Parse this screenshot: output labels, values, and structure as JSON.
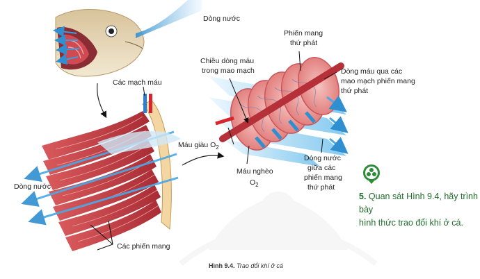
{
  "labels": {
    "water_flow_top": "Dòng nước",
    "blood_vessels": "Các mạch máu",
    "secondary_lamellae_line1": "Phiến mang",
    "secondary_lamellae_line2": "thứ phát",
    "blood_direction_line1": "Chiều dòng máu",
    "blood_direction_line2": "trong mao mạch",
    "capillary_flow_line1": "Dòng máu qua các",
    "capillary_flow_line2": "mao mạch phiến mang",
    "capillary_flow_line3": "thứ phát",
    "oxygen_rich": "Máu giàu O",
    "oxygen_rich_sub": "2",
    "oxygen_poor_line1": "Máu nghèo",
    "oxygen_poor_line2": "O",
    "oxygen_poor_sub": "2",
    "water_between_line1": "Dòng nước",
    "water_between_line2": "giữa các",
    "water_between_line3": "phiến mang",
    "water_between_line4": "thứ phát",
    "water_flow_left": "Dòng nước",
    "gill_filaments": "Các phiến mang"
  },
  "question": {
    "number": "5.",
    "text_line1": "Quan sát Hình 9.4, hãy trình bày",
    "text_line2": "hình thức trao đổi khí ở cá."
  },
  "caption": {
    "figure": "Hình 9.4.",
    "title": "Trao đổi khí ở cá"
  },
  "colors": {
    "water_blue": "#3aa0dc",
    "gill_red": "#c8444a",
    "question_green": "#2e8b3a"
  }
}
